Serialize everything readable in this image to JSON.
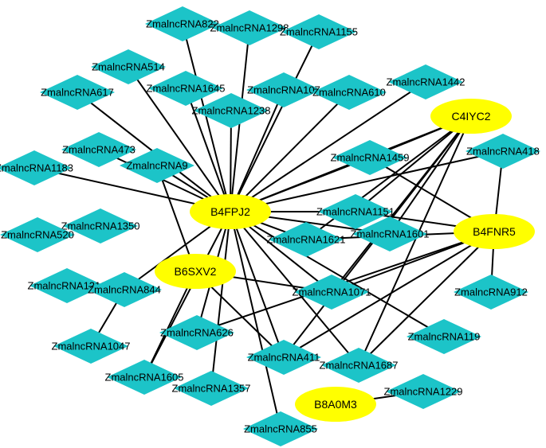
{
  "colors": {
    "lncrna_fill": "#1CC4C8",
    "protein_fill": "#FFFF00",
    "edge": "#000000",
    "background": "#FFFFFF"
  },
  "nodes": [
    {
      "id": "ZmalncRNA822",
      "type": "lncrna"
    },
    {
      "id": "ZmalncRNA1298",
      "type": "lncrna"
    },
    {
      "id": "ZmalncRNA1155",
      "type": "lncrna"
    },
    {
      "id": "ZmalncRNA514",
      "type": "lncrna"
    },
    {
      "id": "ZmalncRNA617",
      "type": "lncrna"
    },
    {
      "id": "ZmalncRNA1645",
      "type": "lncrna"
    },
    {
      "id": "ZmalncRNA107",
      "type": "lncrna"
    },
    {
      "id": "ZmalncRNA610",
      "type": "lncrna"
    },
    {
      "id": "ZmalncRNA1442",
      "type": "lncrna"
    },
    {
      "id": "ZmalncRNA1238",
      "type": "lncrna"
    },
    {
      "id": "ZmalncRNA473",
      "type": "lncrna"
    },
    {
      "id": "ZmalncRNA1183",
      "type": "lncrna"
    },
    {
      "id": "ZmalncRNA9",
      "type": "lncrna"
    },
    {
      "id": "ZmalncRNA1459",
      "type": "lncrna"
    },
    {
      "id": "ZmalncRNA418",
      "type": "lncrna"
    },
    {
      "id": "ZmalncRNA1151",
      "type": "lncrna"
    },
    {
      "id": "ZmalncRNA1350",
      "type": "lncrna"
    },
    {
      "id": "ZmalncRNA520",
      "type": "lncrna"
    },
    {
      "id": "ZmalncRNA1621",
      "type": "lncrna"
    },
    {
      "id": "ZmalncRNA1601",
      "type": "lncrna"
    },
    {
      "id": "ZmalncRNA1216",
      "type": "lncrna"
    },
    {
      "id": "ZmalncRNA844",
      "type": "lncrna"
    },
    {
      "id": "ZmalncRNA1071",
      "type": "lncrna"
    },
    {
      "id": "ZmalncRNA912",
      "type": "lncrna"
    },
    {
      "id": "ZmalncRNA1047",
      "type": "lncrna"
    },
    {
      "id": "ZmalncRNA626",
      "type": "lncrna"
    },
    {
      "id": "ZmalncRNA119",
      "type": "lncrna"
    },
    {
      "id": "ZmalncRNA411",
      "type": "lncrna"
    },
    {
      "id": "ZmalncRNA1687",
      "type": "lncrna"
    },
    {
      "id": "ZmalncRNA1605",
      "type": "lncrna"
    },
    {
      "id": "ZmalncRNA1357",
      "type": "lncrna"
    },
    {
      "id": "ZmalncRNA1229",
      "type": "lncrna"
    },
    {
      "id": "ZmalncRNA855",
      "type": "lncrna"
    },
    {
      "id": "B4FPJ2",
      "type": "protein"
    },
    {
      "id": "C4IYC2",
      "type": "protein"
    },
    {
      "id": "B4FNR5",
      "type": "protein"
    },
    {
      "id": "B6SXV2",
      "type": "protein"
    },
    {
      "id": "B8A0M3",
      "type": "protein"
    }
  ],
  "edges": [
    [
      "B4FPJ2",
      "ZmalncRNA822"
    ],
    [
      "B4FPJ2",
      "ZmalncRNA1298"
    ],
    [
      "B4FPJ2",
      "ZmalncRNA1155"
    ],
    [
      "B4FPJ2",
      "ZmalncRNA514"
    ],
    [
      "B4FPJ2",
      "ZmalncRNA617"
    ],
    [
      "B4FPJ2",
      "ZmalncRNA1645"
    ],
    [
      "B4FPJ2",
      "ZmalncRNA107"
    ],
    [
      "B4FPJ2",
      "ZmalncRNA610"
    ],
    [
      "B4FPJ2",
      "ZmalncRNA1442"
    ],
    [
      "B4FPJ2",
      "ZmalncRNA1238"
    ],
    [
      "B4FPJ2",
      "ZmalncRNA473"
    ],
    [
      "B4FPJ2",
      "ZmalncRNA1183"
    ],
    [
      "B4FPJ2",
      "ZmalncRNA9"
    ],
    [
      "B4FPJ2",
      "ZmalncRNA1459"
    ],
    [
      "B4FPJ2",
      "ZmalncRNA418"
    ],
    [
      "B4FPJ2",
      "ZmalncRNA1151"
    ],
    [
      "B4FPJ2",
      "ZmalncRNA1601"
    ],
    [
      "B4FPJ2",
      "ZmalncRNA1621"
    ],
    [
      "B4FPJ2",
      "ZmalncRNA1071"
    ],
    [
      "B4FPJ2",
      "ZmalncRNA626"
    ],
    [
      "B4FPJ2",
      "ZmalncRNA411"
    ],
    [
      "B4FPJ2",
      "ZmalncRNA1687"
    ],
    [
      "B4FPJ2",
      "ZmalncRNA855"
    ],
    [
      "B4FPJ2",
      "ZmalncRNA119"
    ],
    [
      "B4FPJ2",
      "ZmalncRNA1357"
    ],
    [
      "B4FPJ2",
      "ZmalncRNA1605"
    ],
    [
      "B4FPJ2",
      "ZmalncRNA844"
    ],
    [
      "B4FPJ2",
      "C4IYC2"
    ],
    [
      "C4IYC2",
      "ZmalncRNA1151"
    ],
    [
      "C4IYC2",
      "ZmalncRNA1621"
    ],
    [
      "C4IYC2",
      "ZmalncRNA1601"
    ],
    [
      "C4IYC2",
      "ZmalncRNA1459"
    ],
    [
      "C4IYC2",
      "ZmalncRNA1071"
    ],
    [
      "C4IYC2",
      "ZmalncRNA411"
    ],
    [
      "C4IYC2",
      "ZmalncRNA1687"
    ],
    [
      "B4FNR5",
      "ZmalncRNA1459"
    ],
    [
      "B4FNR5",
      "ZmalncRNA418"
    ],
    [
      "B4FNR5",
      "ZmalncRNA912"
    ],
    [
      "B4FNR5",
      "ZmalncRNA1151"
    ],
    [
      "B4FNR5",
      "ZmalncRNA1621"
    ],
    [
      "B4FNR5",
      "ZmalncRNA1071"
    ],
    [
      "B4FNR5",
      "ZmalncRNA411"
    ],
    [
      "B4FNR5",
      "ZmalncRNA1687"
    ],
    [
      "B4FNR5",
      "ZmalncRNA626"
    ],
    [
      "B6SXV2",
      "ZmalncRNA9"
    ],
    [
      "B6SXV2",
      "ZmalncRNA1071"
    ],
    [
      "B6SXV2",
      "ZmalncRNA1605"
    ],
    [
      "B6SXV2",
      "ZmalncRNA411"
    ],
    [
      "B8A0M3",
      "ZmalncRNA1229"
    ],
    [
      "ZmalncRNA844",
      "ZmalncRNA1047"
    ]
  ]
}
